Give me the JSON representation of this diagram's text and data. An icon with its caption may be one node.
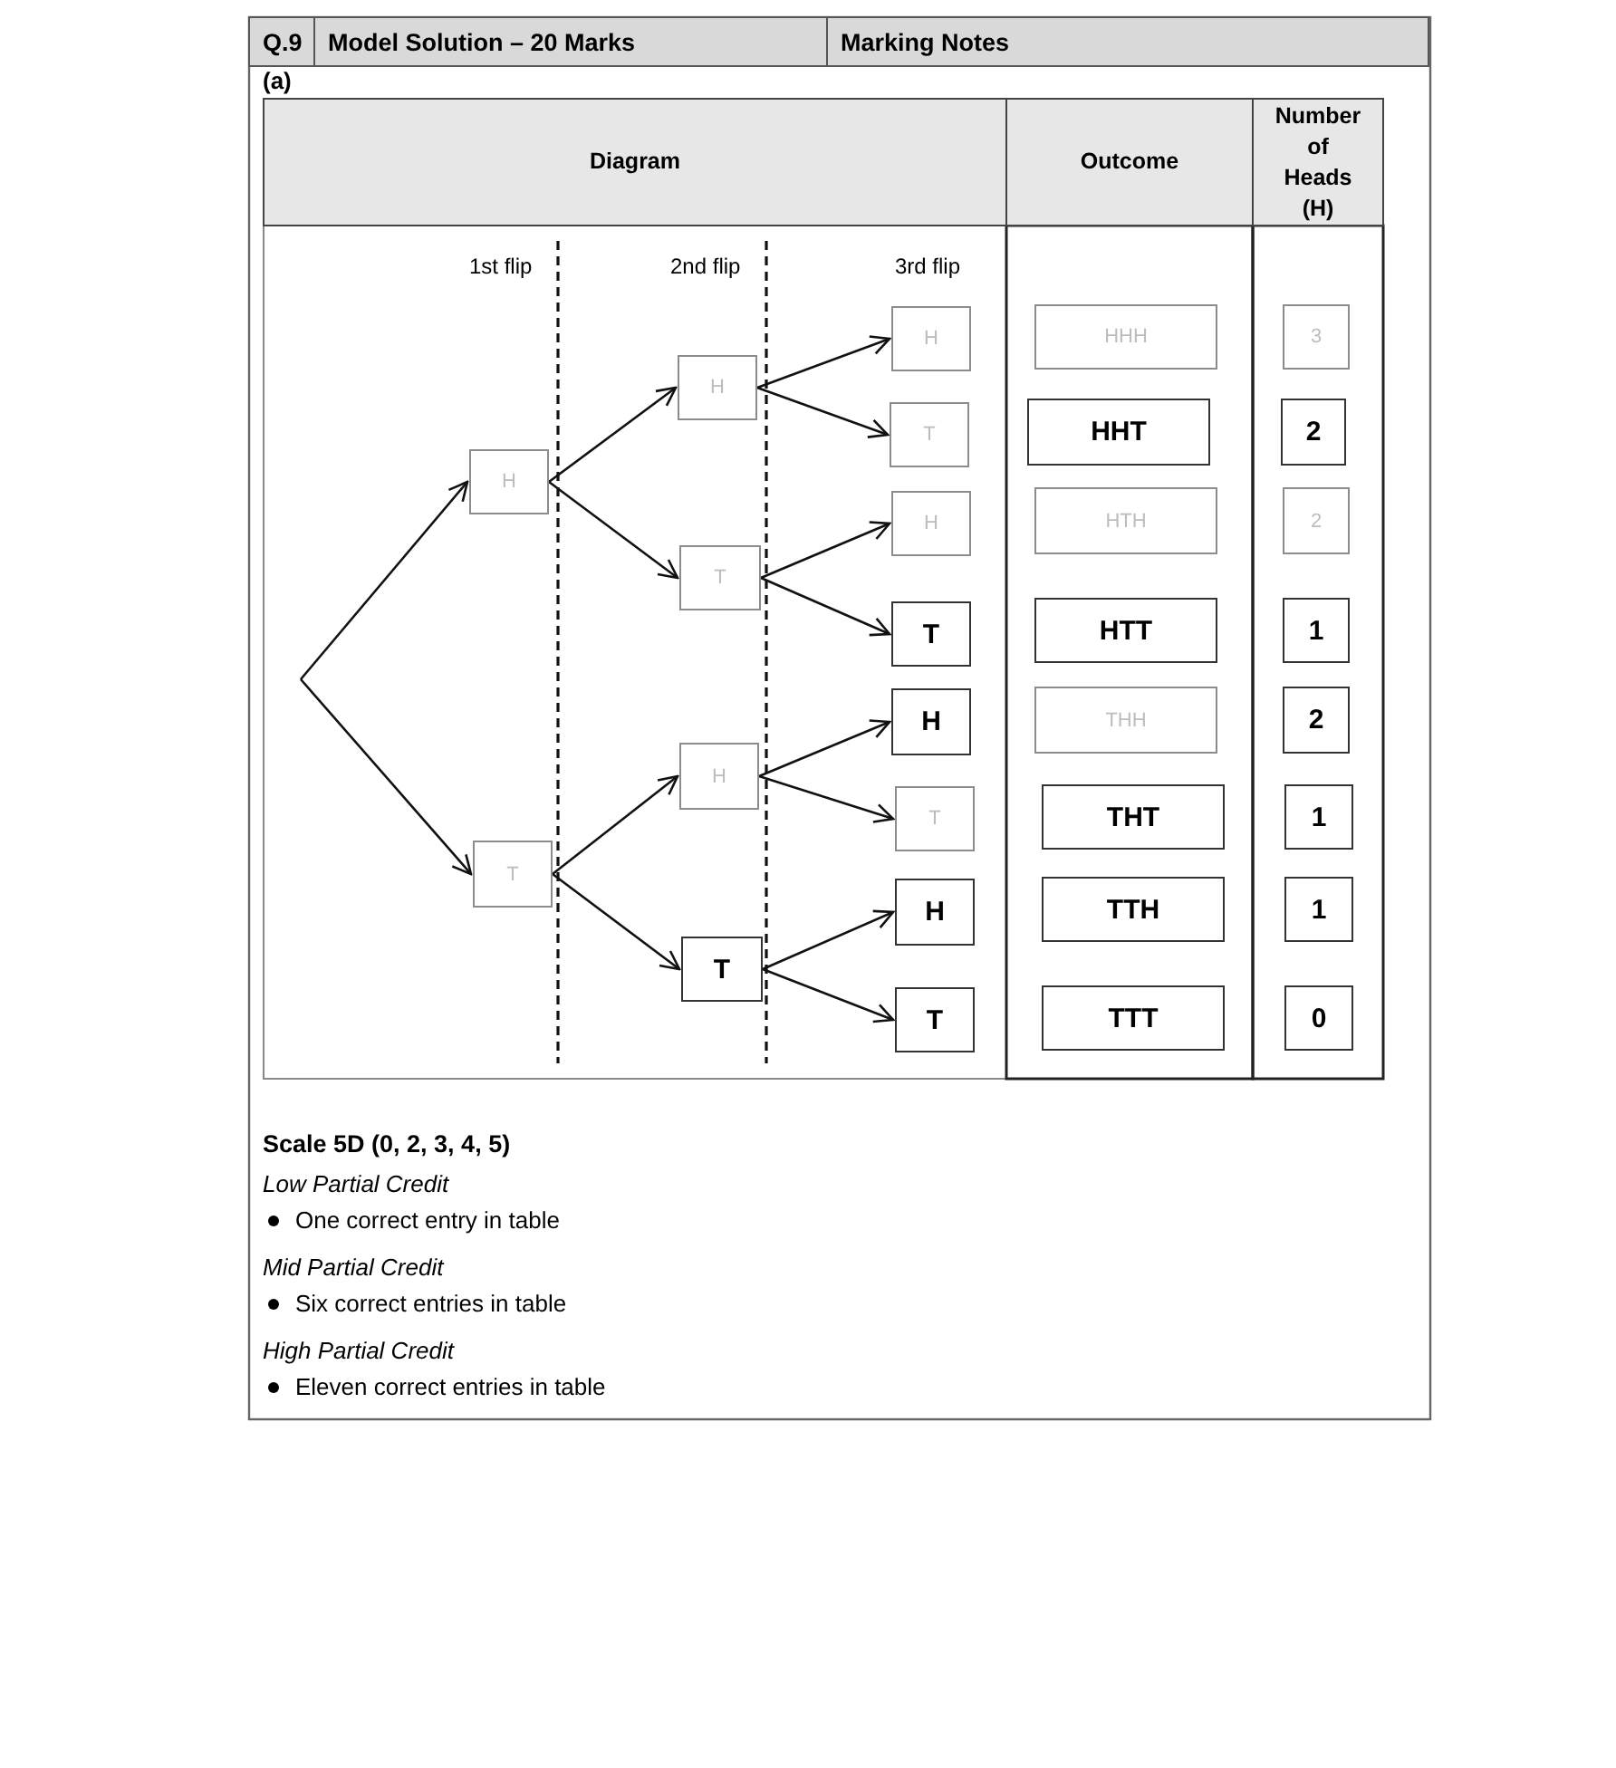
{
  "diagram": {
    "nodes": [
      {
        "text": [
          "H"
        ]
      },
      {
        "text": [
          "T"
        ]
      },
      {
        "text": [
          "H"
        ]
      },
      {
        "text": [
          "T"
        ]
      },
      {
        "text": [
          "H"
        ]
      },
      {
        "text": [
          "T"
        ]
      },
      {
        "text": [
          "H"
        ]
      },
      {
        "text": [
          "T"
        ]
      },
      {
        "text": [
          "H"
        ]
      },
      {
        "text": [
          "T"
        ]
      },
      {
        "text": [
          "H"
        ]
      },
      {
        "text": [
          "T"
        ]
      },
      {
        "text": [
          "H"
        ]
      },
      {
        "text": [
          "T"
        ]
      },
      {
        "text": [
          "HHH"
        ]
      },
      {
        "text": [
          "HHT"
        ]
      },
      {
        "text": [
          "HTH"
        ]
      },
      {
        "text": [
          "HTT"
        ]
      },
      {
        "text": [
          "THH"
        ]
      },
      {
        "text": [
          "THT"
        ]
      },
      {
        "text": [
          "TTH"
        ]
      },
      {
        "text": [
          "TTT"
        ]
      },
      {
        "text": [
          "3"
        ]
      },
      {
        "text": [
          "2"
        ]
      },
      {
        "text": [
          "2"
        ]
      },
      {
        "text": [
          "1"
        ]
      },
      {
        "text": [
          "2"
        ]
      },
      {
        "text": [
          "1"
        ]
      },
      {
        "text": [
          "1"
        ]
      },
      {
        "text": [
          "0"
        ]
      }
    ],
    "edges": [
      {
        "from": null,
        "to": 0,
        "arrow": "to"
      },
      {
        "from": null,
        "to": 1,
        "arrow": "to"
      },
      {
        "from": 0,
        "to": 2,
        "arrow": "to"
      },
      {
        "from": 0,
        "to": 3,
        "arrow": "to"
      },
      {
        "from": 1,
        "to": 4,
        "arrow": "to"
      },
      {
        "from": 1,
        "to": 5,
        "arrow": "to"
      },
      {
        "from": 2,
        "to": 6,
        "arrow": "to"
      },
      {
        "from": 2,
        "to": 7,
        "arrow": "to"
      },
      {
        "from": 3,
        "to": 8,
        "arrow": "to"
      },
      {
        "from": 3,
        "to": 9,
        "arrow": "to"
      },
      {
        "from": 4,
        "to": 10,
        "arrow": "to"
      },
      {
        "from": 4,
        "to": 11,
        "arrow": "to"
      },
      {
        "from": 5,
        "to": 12,
        "arrow": "to"
      },
      {
        "from": 5,
        "to": 13,
        "arrow": "to"
      }
    ],
    "labels": [
      "Q.9",
      "Model Solution – 20 Marks",
      "Marking Notes",
      "(a)",
      "Diagram",
      "Outcome",
      "Number of Heads (H)",
      "1st flip",
      "2nd flip",
      "3rd flip",
      "Scale 5D (0, 2, 3, 4, 5)",
      "Low Partial Credit",
      "One correct entry in table",
      "Mid Partial Credit",
      "Six correct entries in table",
      "High Partial Credit",
      "Eleven correct entries in table"
    ]
  }
}
